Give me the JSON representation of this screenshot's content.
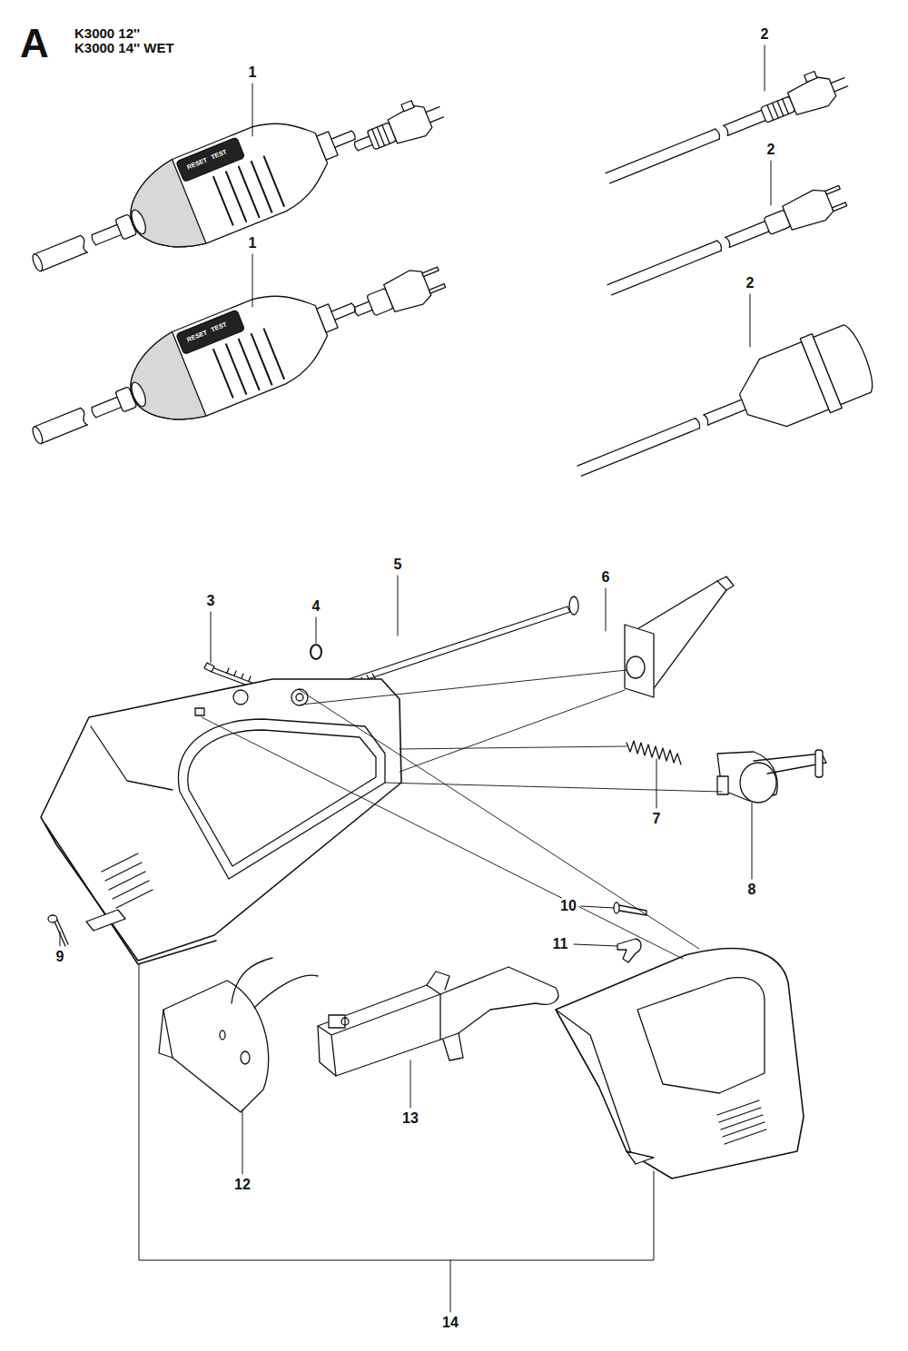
{
  "diagram": {
    "labels": [
      "A",
      "K3000 12''",
      "K3000 14'' WET",
      "1",
      "TEST",
      "RESET",
      "1",
      "TEST",
      "RESET",
      "2",
      "2",
      "2",
      "3",
      "4",
      "5",
      "6",
      "7",
      "8",
      "9",
      "10",
      "11",
      "12",
      "13",
      "14"
    ]
  }
}
